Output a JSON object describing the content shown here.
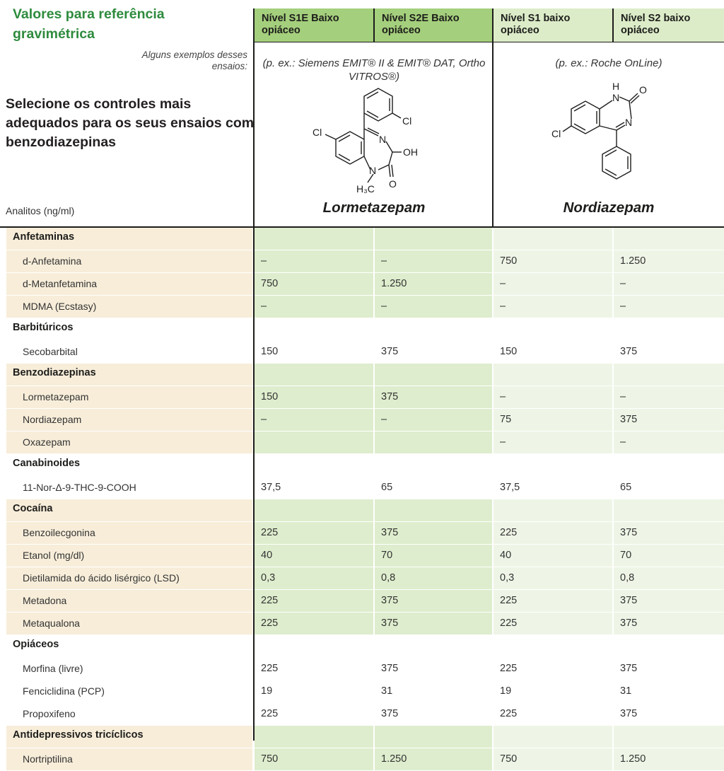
{
  "title": "Valores para referência gravimétrica",
  "examples_label": "Alguns exemplos desses ensaios:",
  "subtitle": "Selecione os controles mais adequados para os seus ensaios com benzodiazepinas",
  "analitos_label": "Analitos (ng/ml)",
  "columns": [
    {
      "label": "Nível S1E Baixo opiáceo"
    },
    {
      "label": "Nível S2E Baixo opiáceo"
    },
    {
      "label": "Nível S1 baixo opiáceo"
    },
    {
      "label": "Nível S2 baixo opiáceo"
    }
  ],
  "group1": {
    "examples": "(p. ex.: Siemens EMIT® II & EMIT® DAT, Ortho VITROS®)",
    "drug": "Lormetazepam",
    "structure_labels": {
      "cl_ring": "Cl",
      "cl": "Cl",
      "n1": "N",
      "oh": "OH",
      "n2": "N",
      "h3c": "H₃C",
      "o": "O"
    }
  },
  "group2": {
    "examples": "(p. ex.: Roche OnLine)",
    "drug": "Nordiazepam",
    "structure_labels": {
      "h": "H",
      "n1": "N",
      "o": "O",
      "cl": "Cl",
      "n2": "N"
    }
  },
  "rows": [
    {
      "kind": "cat",
      "label": "Anfetaminas",
      "values": [
        "",
        "",
        "",
        ""
      ]
    },
    {
      "kind": "item",
      "label": "d-Anfetamina",
      "values": [
        "–",
        "–",
        "750",
        "1.250"
      ]
    },
    {
      "kind": "item",
      "label": "d-Metanfetamina",
      "values": [
        "750",
        "1.250",
        "–",
        "–"
      ]
    },
    {
      "kind": "item",
      "label": "MDMA (Ecstasy)",
      "values": [
        "–",
        "–",
        "–",
        "–"
      ]
    },
    {
      "kind": "cat",
      "label": "Barbitúricos",
      "values": [
        "",
        "",
        "",
        ""
      ]
    },
    {
      "kind": "item",
      "label": "Secobarbital",
      "values": [
        "150",
        "375",
        "150",
        "375"
      ]
    },
    {
      "kind": "cat",
      "label": "Benzodiazepinas",
      "values": [
        "",
        "",
        "",
        ""
      ]
    },
    {
      "kind": "item",
      "label": "Lormetazepam",
      "values": [
        "150",
        "375",
        "–",
        "–"
      ]
    },
    {
      "kind": "item",
      "label": "Nordiazepam",
      "values": [
        "–",
        "–",
        "75",
        "375"
      ]
    },
    {
      "kind": "item",
      "label": "Oxazepam",
      "values": [
        "",
        "",
        "–",
        "–"
      ]
    },
    {
      "kind": "cat",
      "label": "Canabinoides",
      "values": [
        "",
        "",
        "",
        ""
      ]
    },
    {
      "kind": "item",
      "label": "11-Nor-Δ-9-THC-9-COOH",
      "values": [
        "37,5",
        "65",
        "37,5",
        "65"
      ]
    },
    {
      "kind": "cat",
      "label": "Cocaína",
      "values": [
        "",
        "",
        "",
        ""
      ]
    },
    {
      "kind": "item",
      "label": "Benzoilecgonina",
      "values": [
        "225",
        "375",
        "225",
        "375"
      ]
    },
    {
      "kind": "item",
      "label": "Etanol (mg/dl)",
      "values": [
        "40",
        "70",
        "40",
        "70"
      ]
    },
    {
      "kind": "item",
      "label": "Dietilamida do ácido lisérgico (LSD)",
      "values": [
        "0,3",
        "0,8",
        "0,3",
        "0,8"
      ]
    },
    {
      "kind": "item",
      "label": "Metadona",
      "values": [
        "225",
        "375",
        "225",
        "375"
      ]
    },
    {
      "kind": "item",
      "label": "Metaqualona",
      "values": [
        "225",
        "375",
        "225",
        "375"
      ]
    },
    {
      "kind": "cat",
      "label": "Opiáceos",
      "values": [
        "",
        "",
        "",
        ""
      ]
    },
    {
      "kind": "item",
      "label": "Morfina (livre)",
      "values": [
        "225",
        "375",
        "225",
        "375"
      ]
    },
    {
      "kind": "item",
      "label": "Fenciclidina (PCP)",
      "values": [
        "19",
        "31",
        "19",
        "31"
      ]
    },
    {
      "kind": "item",
      "label": "Propoxifeno",
      "values": [
        "225",
        "375",
        "225",
        "375"
      ]
    },
    {
      "kind": "cat",
      "label": "Antidepressivos tricíclicos",
      "values": [
        "",
        "",
        "",
        ""
      ]
    },
    {
      "kind": "item",
      "label": "Nortriptilina",
      "values": [
        "750",
        "1.250",
        "750",
        "1.250"
      ]
    }
  ],
  "colors": {
    "title_green": "#2e8b3d",
    "header_dark": "#a4cf7c",
    "header_light": "#dcecc8",
    "band_beige": "#f7edd9",
    "band_green": "#deedcd",
    "band_green_light": "#eef5e6"
  }
}
